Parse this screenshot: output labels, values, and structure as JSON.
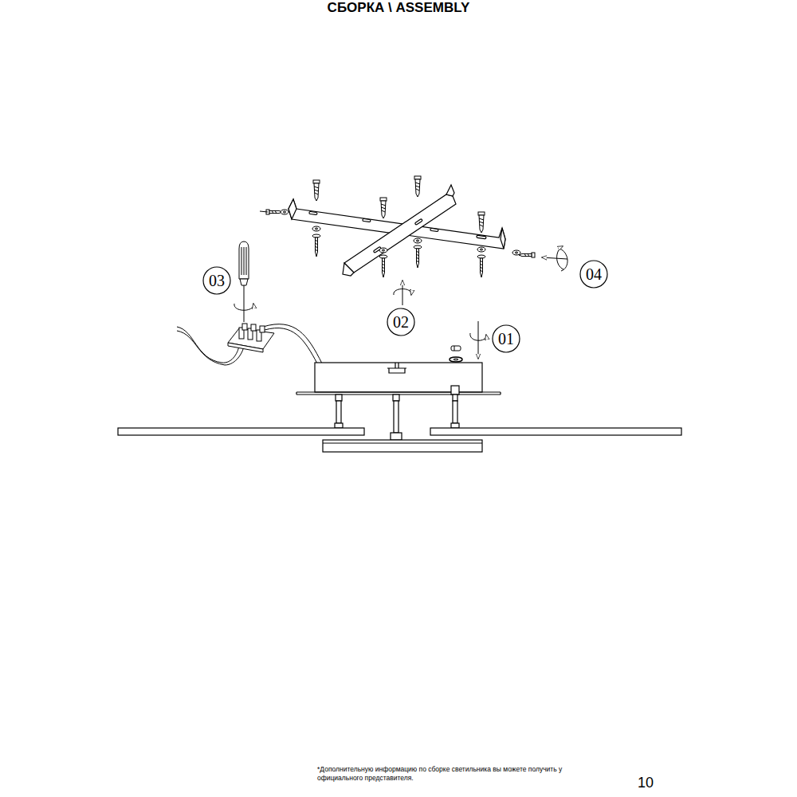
{
  "diagram": {
    "title": "СБОРКА \\ ASSEMBLY",
    "labels": [
      "03",
      "04",
      "02",
      "01",
      "*Дополнительную информацию по сборке светильника вы можете получить у официального представителя.",
      "10"
    ]
  }
}
